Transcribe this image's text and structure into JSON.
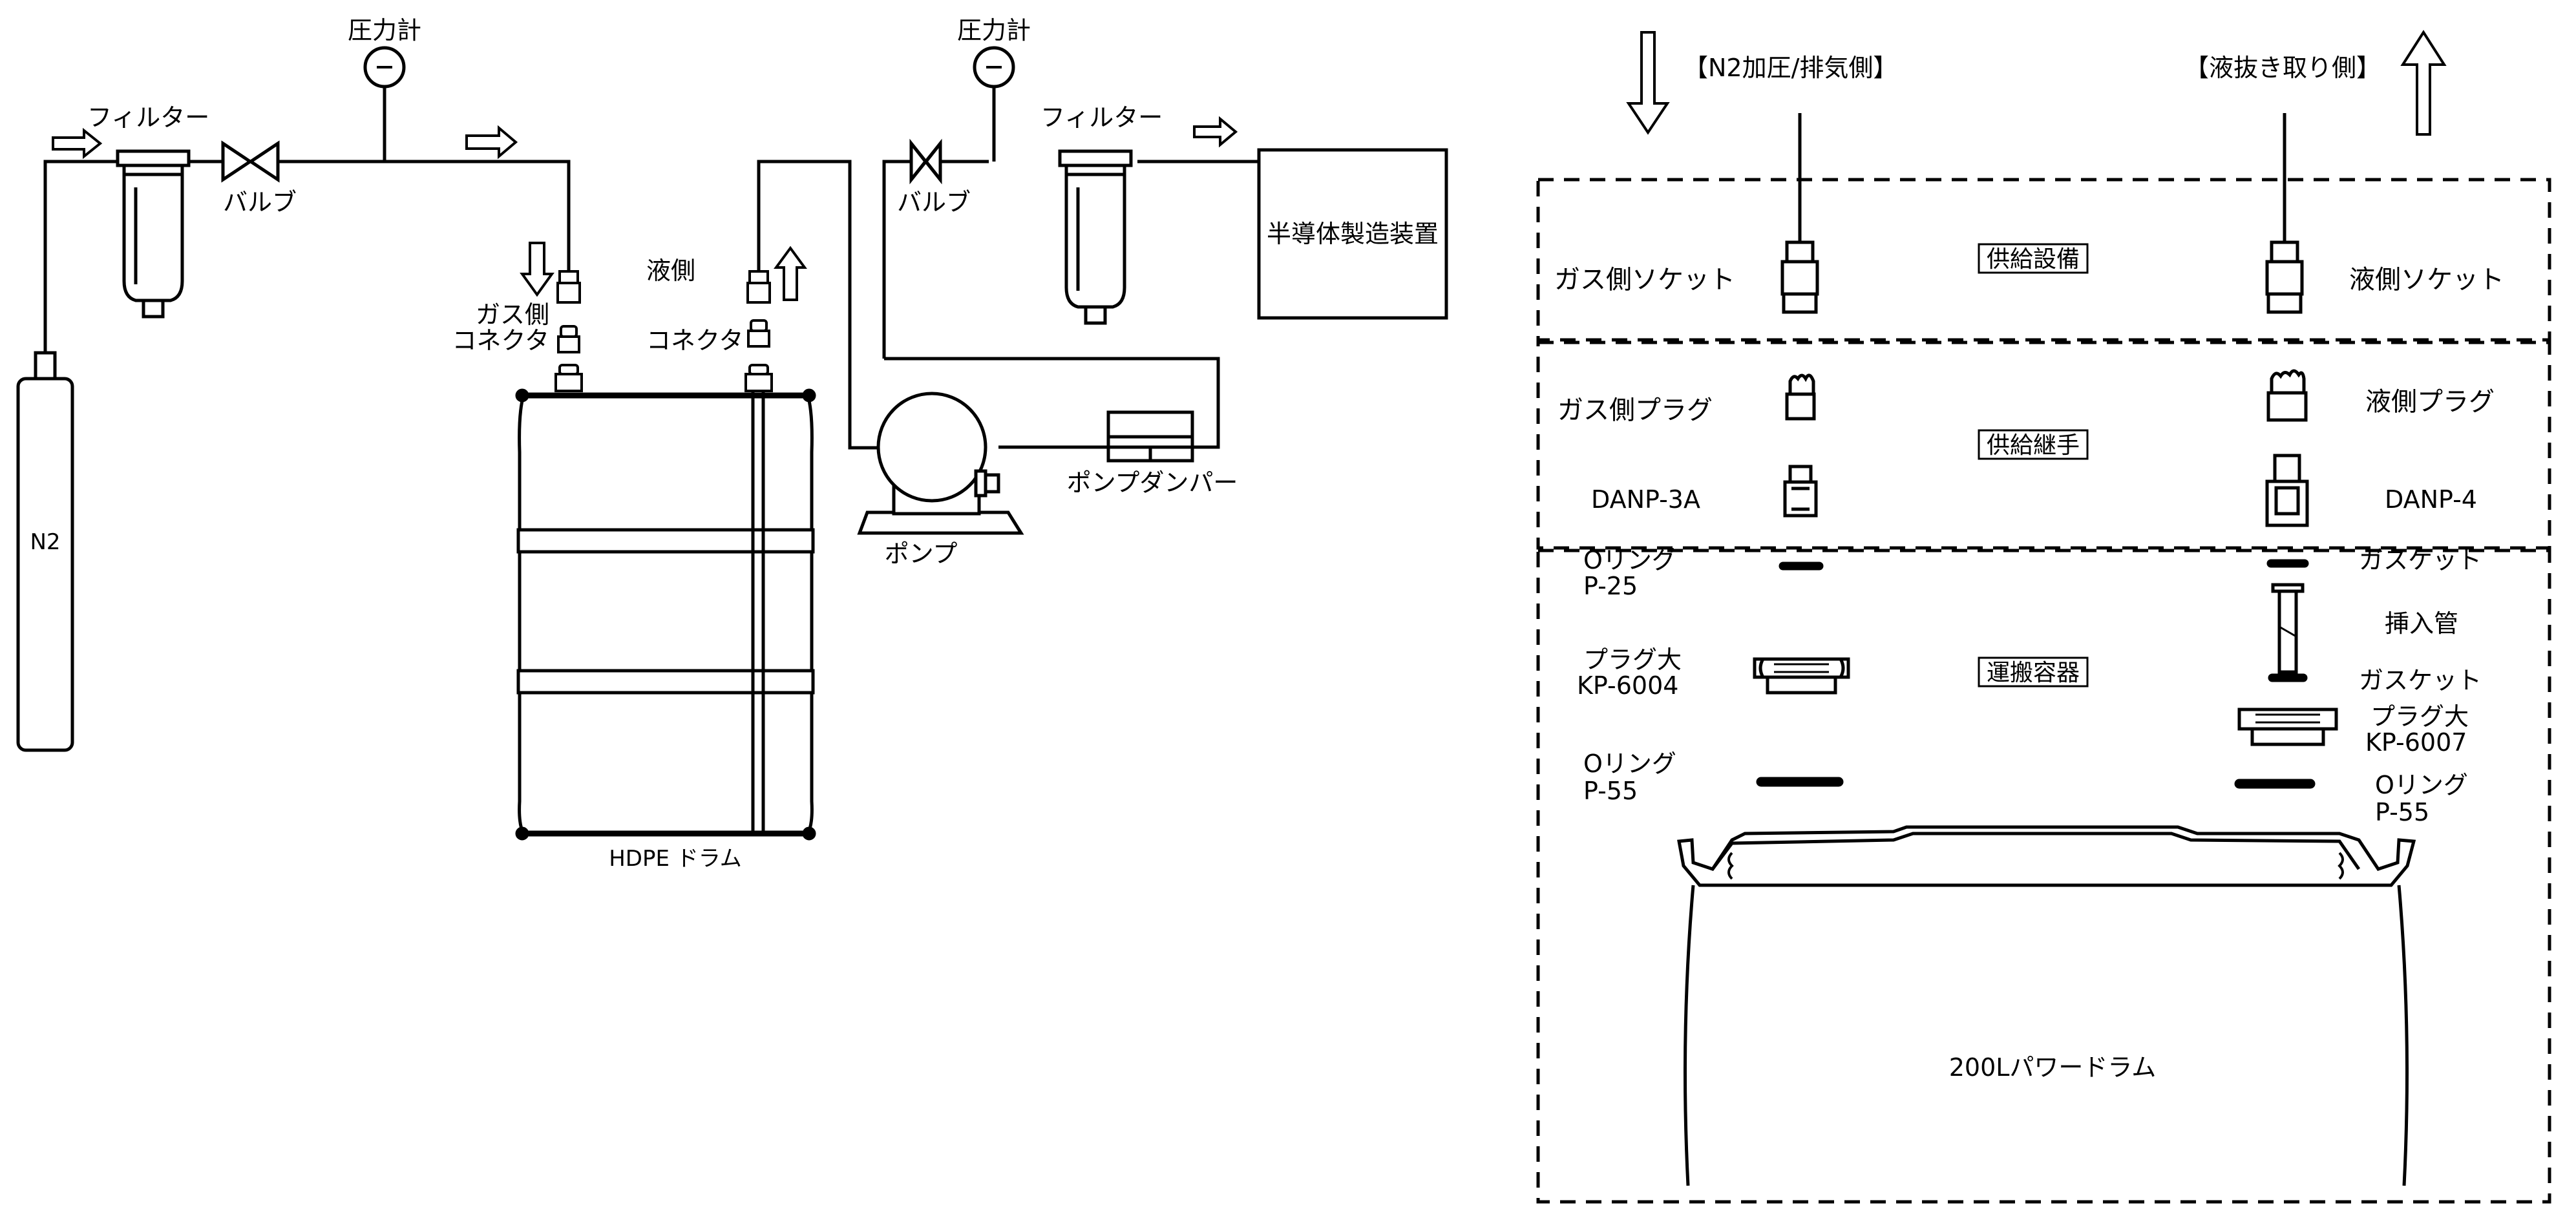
{
  "left": {
    "n2_label": "N2",
    "filter_left": "フィルター",
    "valve_left": "バルブ",
    "gauge_left": "圧力計",
    "gas_connector": [
      "ガス側",
      "コネクタ"
    ],
    "liquid_connector": [
      "液側",
      "コネクタ"
    ],
    "drum_label": "HDPE ドラム",
    "gauge_right": "圧力計",
    "valve_right": "バルブ",
    "filter_right": "フィルター",
    "equipment": "半導体製造装置",
    "pump": "ポンプ",
    "pump_damper": "ポンプダンパー"
  },
  "right": {
    "header_left": "【N2加圧/排気側】",
    "header_right": "【液抜き取り側】",
    "section1": {
      "title": "供給設備",
      "left_label": "ガス側ソケット",
      "right_label": "液側ソケット"
    },
    "section2": {
      "title": "供給継手",
      "left_plug": "ガス側プラグ",
      "right_plug": "液側プラグ",
      "left_model": "DANP-3A",
      "right_model": "DANP-4"
    },
    "section3": {
      "title": "運搬容器",
      "oring_small": [
        "Oリング",
        "P-25"
      ],
      "plug_large_left": [
        "プラグ大",
        "KP-6004"
      ],
      "oring_large_left": [
        "Oリング",
        "P-55"
      ],
      "gasket_top": "ガスケット",
      "insert_tube": "挿入管",
      "gasket_bottom": "ガスケット",
      "plug_large_right": [
        "プラグ大",
        "KP-6007"
      ],
      "oring_large_right": [
        "Oリング",
        "P-55"
      ],
      "drum": "200Lパワードラム"
    }
  }
}
